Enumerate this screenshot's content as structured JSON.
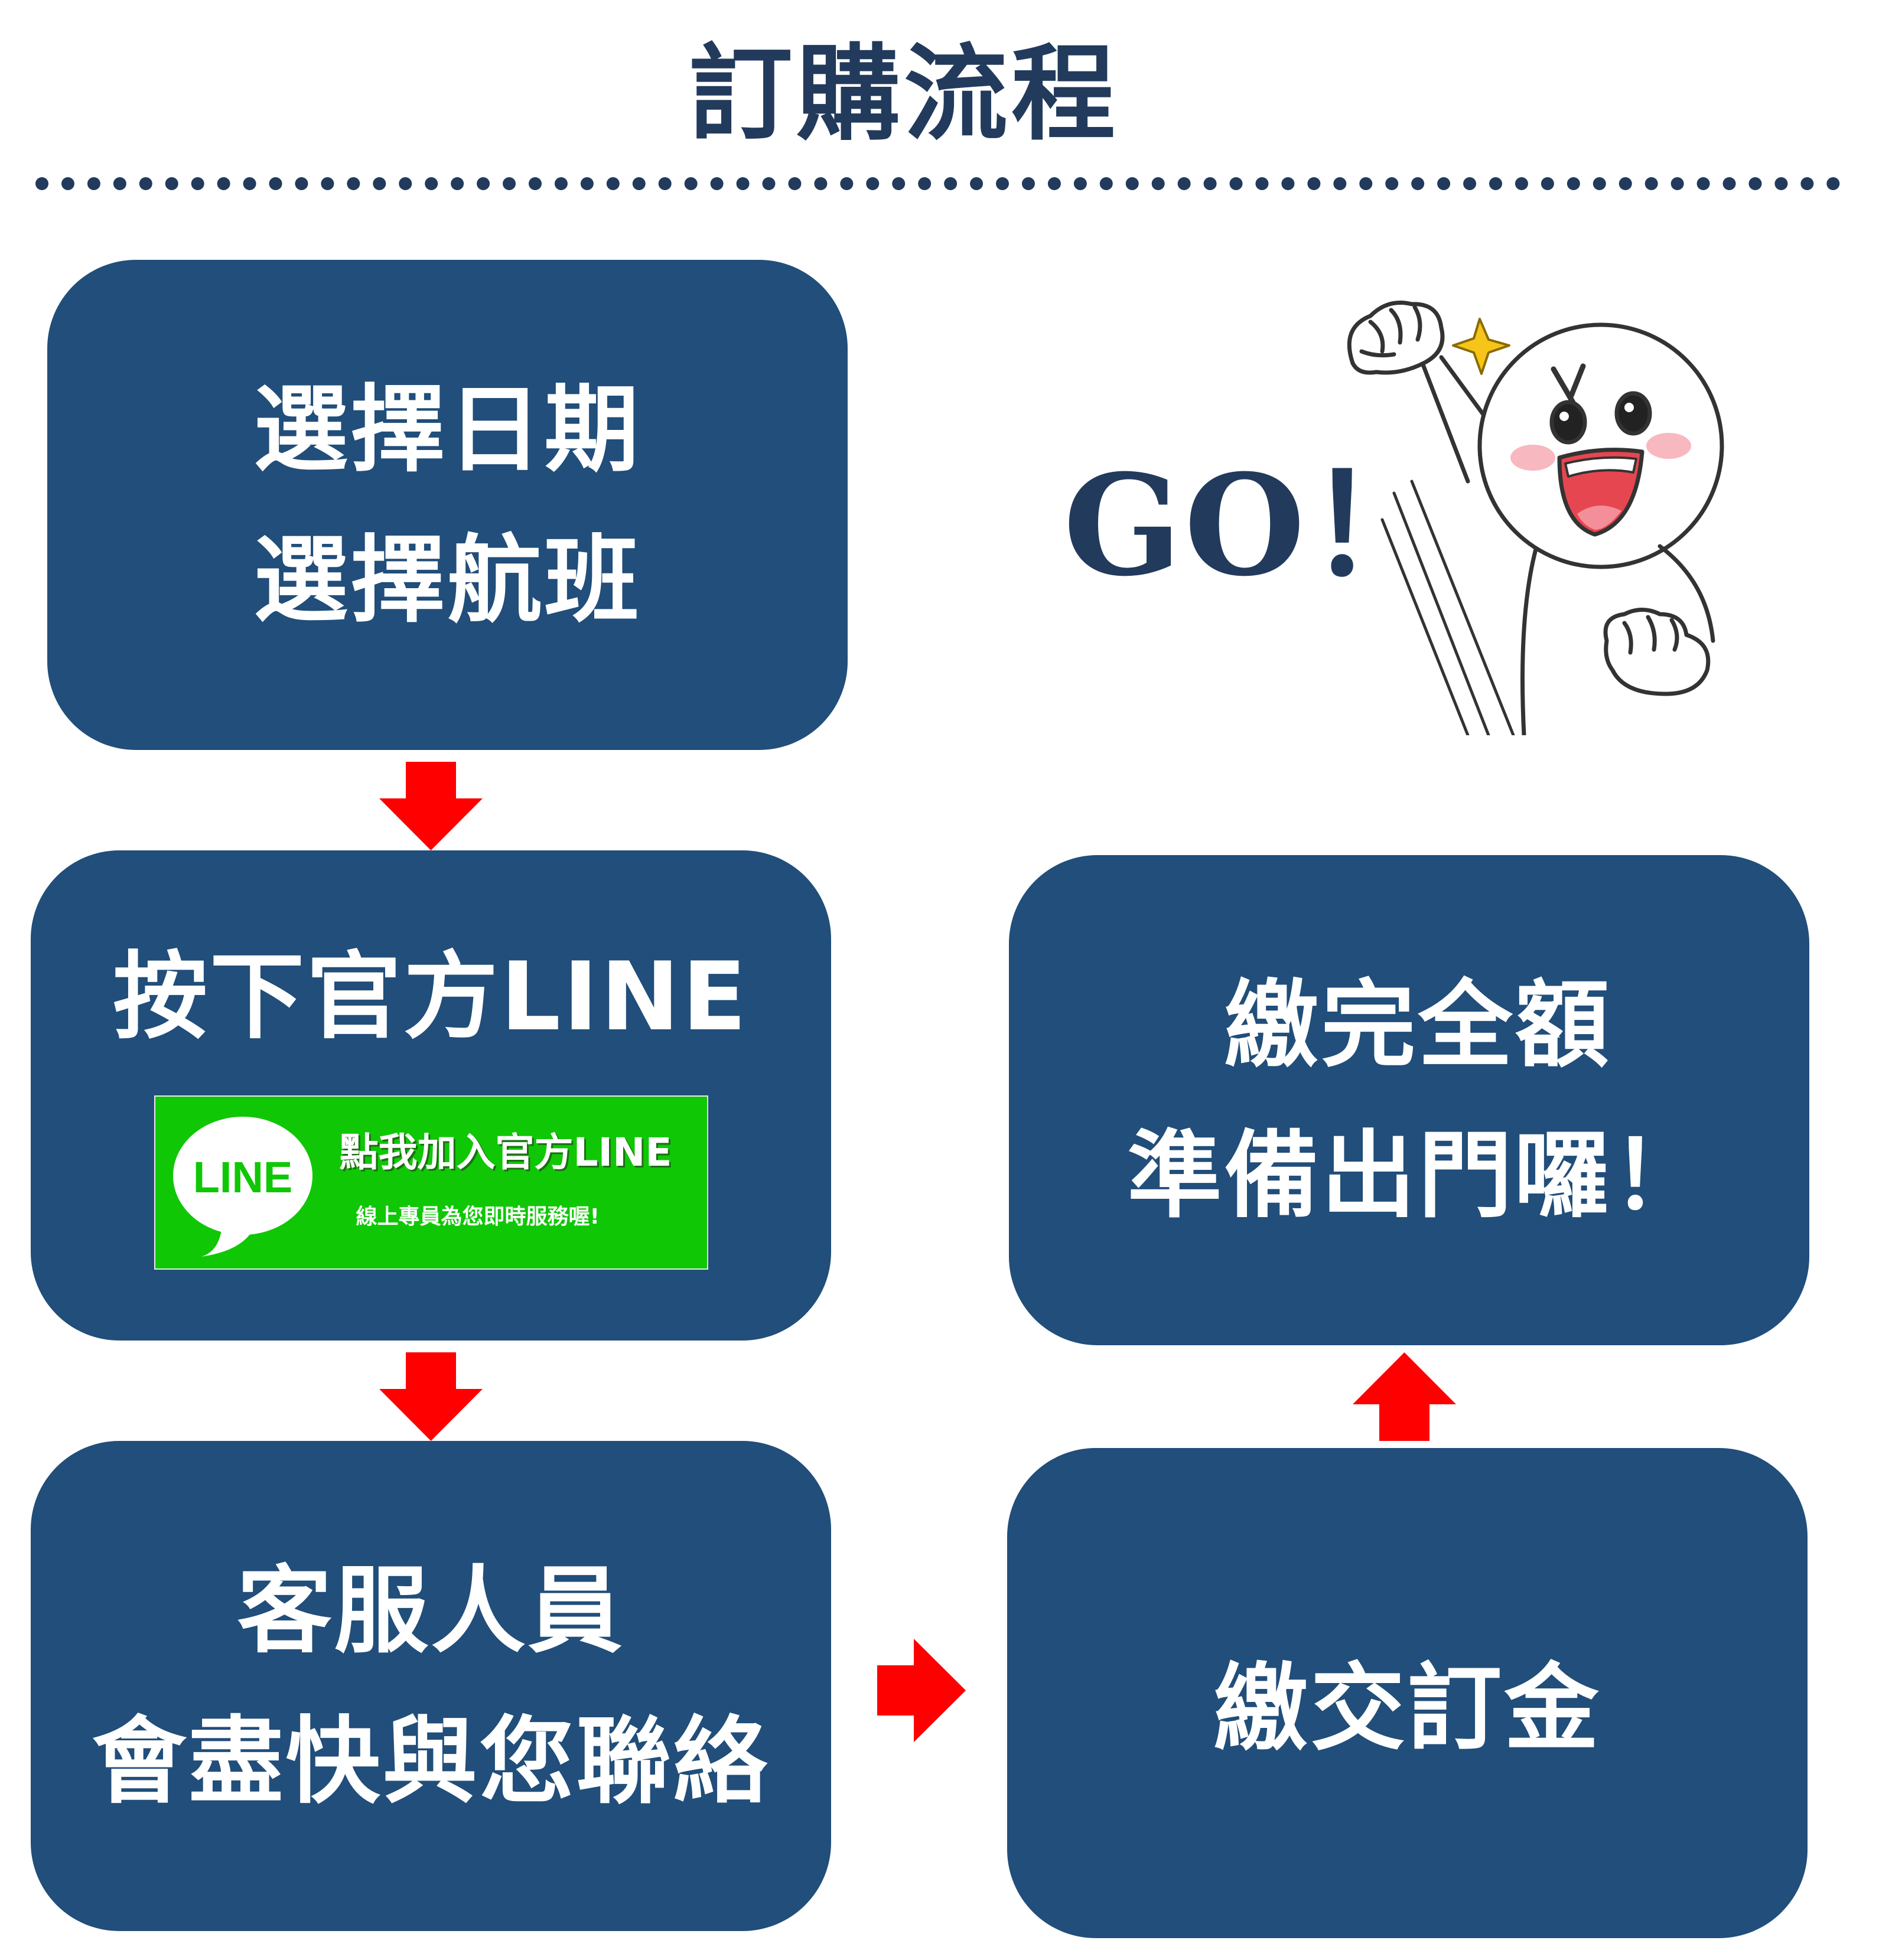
{
  "title": "訂購流程",
  "steps": {
    "step1": {
      "line1": "選擇日期",
      "line2": "選擇航班"
    },
    "step2": {
      "label": "按下官方LINE",
      "banner": {
        "logo_text": "LINE",
        "title": "點我加入官方LINE",
        "subtitle": "線上專員為您即時服務喔!"
      }
    },
    "step3": {
      "line1": "客服人員",
      "line2": "會盡快與您聯絡"
    },
    "step4": {
      "label": "繳交訂金"
    },
    "step5": {
      "line1": "繳完全額",
      "line2": "準備出門囉！"
    }
  },
  "go_text": "GO！",
  "colors": {
    "box": "#214e7a",
    "title": "#223a5c",
    "arrow": "#fe0000",
    "line_green": "#10c706"
  },
  "icons": {
    "arrow": "red-block-arrow-icon",
    "line_logo": "line-logo-icon",
    "mascot": "cheering-mascot-icon"
  }
}
